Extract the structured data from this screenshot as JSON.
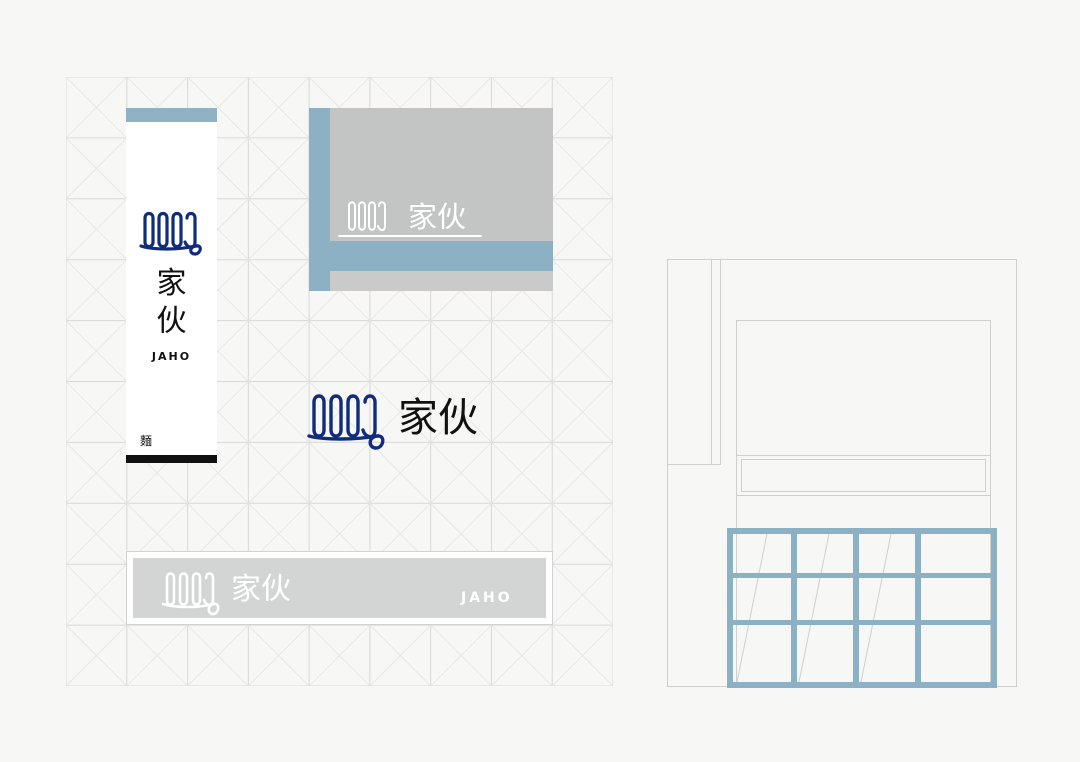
{
  "brand": {
    "name_cn": "家伙",
    "name_cn_char1": "家",
    "name_cn_char2": "伙",
    "name_en": "JAHO",
    "tag": "麵"
  },
  "colors": {
    "accent_blue": "#8db1c4",
    "logo_navy": "#0f2d7a",
    "panel_gray": "#c3c4c4",
    "grid_line": "#d8d8d8"
  }
}
